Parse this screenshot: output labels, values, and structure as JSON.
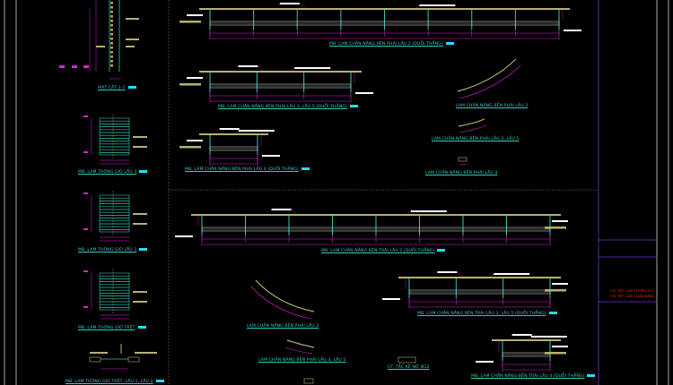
{
  "drawing": {
    "top_labels": {
      "right_l2_straight": "MB. LAM CHẮN NẮNG BÊN PHẢI LẦU 2 (DUỖI THẲNG)",
      "right_l3_l5_straight": "MB. LAM CHẮN NẮNG BÊN PHẢI LẦU 3, LẦU 5 (DUỖI THẲNG)",
      "right_l4_straight": "MB. LAM CHẮN NẮNG BÊN PHẢI LẦU 4 (DUỖI THẲNG)",
      "right_l2_curved": "LAM CHẮN NẮNG BÊN PHẢI LẦU 2",
      "right_l3_l5_curved": "LAM CHẮN NẮNG BÊN PHẢI LẦU 3, LẦU 5",
      "right_l4_curved": "LAM CHẮN NẮNG BÊN PHẢI LẦU 4"
    },
    "bottom_labels": {
      "left_l2_straight": "MB. LAM CHẮN NẮNG BÊN TRÁI LẦU 2 (DUỖI THẲNG)",
      "left_l3_l5_straight": "MB. LAM CHẮN NẮNG BÊN TRÁI LẦU 3, LẦU 5 (DUỖI THẲNG)",
      "left_l4_straight": "MB. LAM CHẮN NẮNG BÊN TRÁI LẦU 4 (DUỖI THẲNG)",
      "curved_l2": "LAM CHẮN NẮNG BÊN PHẢI LẦU 2",
      "curved_l3_l5": "LAM CHẮN NẮNG BÊN PHẢI LẦU 3, LẦU 5",
      "anchor_detail": "CT. TẮC KÊ NỞ Ø12"
    },
    "left_labels": {
      "section": "MẶT CẮT 1-1",
      "vent_l2": "MB. LAM THÔNG GIÓ LẦU 2",
      "vent_l1": "MB. LAM THÔNG GIÓ LẦU 1",
      "vent_ground": "MB. LAM THÔNG GIÓ TRỆT",
      "vent_all": "MB. LAM THÔNG GIÓ TRỆT, LẦU 1, LẦU 2"
    },
    "title_block": {
      "line1": "CHI TIẾT LAM THÔNG GIÓ",
      "line2": "CHI TIẾT LAM CHẮN NẮNG"
    },
    "colors": {
      "background": "#000000",
      "beam": "#b8b070",
      "post": "#30c8b8",
      "rail": "#c8c8c8",
      "dimension": "#e020e0",
      "tag": "#ffffff",
      "label": "#2ad0c0",
      "border": "#7030d0",
      "title_text": "#ff2020"
    }
  }
}
